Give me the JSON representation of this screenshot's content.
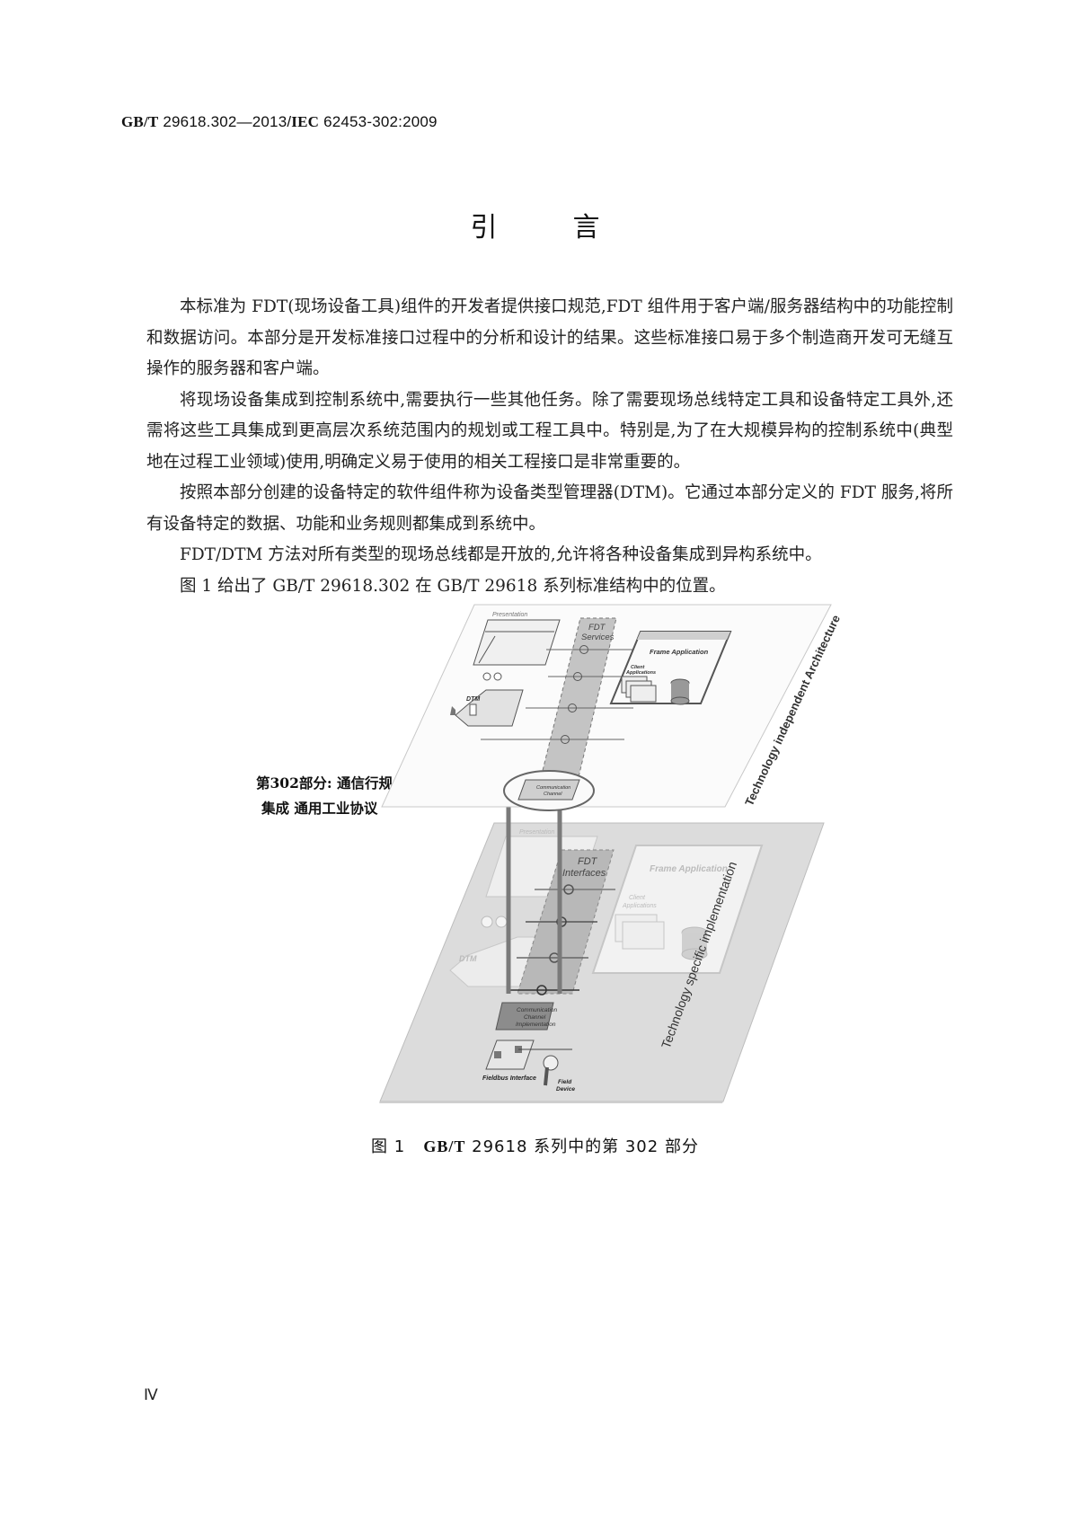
{
  "header": {
    "standard_prefix": "GB/T",
    "standard_number": "29618.302—2013/",
    "iec_prefix": "IEC",
    "iec_number": "62453-302:2009"
  },
  "title": {
    "char1": "引",
    "char2": "言"
  },
  "paragraphs": [
    "本标准为 FDT(现场设备工具)组件的开发者提供接口规范,FDT 组件用于客户端/服务器结构中的功能控制和数据访问。本部分是开发标准接口过程中的分析和设计的结果。这些标准接口易于多个制造商开发可无缝互操作的服务器和客户端。",
    "将现场设备集成到控制系统中,需要执行一些其他任务。除了需要现场总线特定工具和设备特定工具外,还需将这些工具集成到更高层次系统范围内的规划或工程工具中。特别是,为了在大规模异构的控制系统中(典型地在过程工业领域)使用,明确定义易于使用的相关工程接口是非常重要的。",
    "按照本部分创建的设备特定的软件组件称为设备类型管理器(DTM)。它通过本部分定义的 FDT 服务,将所有设备特定的数据、功能和业务规则都集成到系统中。",
    "FDT/DTM 方法对所有类型的现场总线都是开放的,允许将各种设备集成到异构系统中。",
    "图 1 给出了 GB/T 29618.302 在 GB/T 29618 系列标准结构中的位置。"
  ],
  "figure": {
    "annotation_line1": "第302部分: 通信行规",
    "annotation_line2": "集成  通用工业协议",
    "upper_layer": {
      "presentation_label": "Presentation",
      "fdt_services_label_1": "FDT",
      "fdt_services_label_2": "Services",
      "frame_application_label": "Frame Application",
      "client_applications_label_1": "Client",
      "client_applications_label_2": "Applications",
      "dtm_label": "DTM",
      "comm_channel_label_1": "Communication",
      "comm_channel_label_2": "Channel",
      "side_label": "Technology independent Architecture"
    },
    "lower_layer": {
      "presentation_label": "Presentation",
      "fdt_interfaces_label_1": "FDT",
      "fdt_interfaces_label_2": "Interfaces",
      "frame_application_label": "Frame Application",
      "client_applications_label_1": "Client",
      "client_applications_label_2": "Applications",
      "dtm_label": "DTM",
      "comm_impl_label_1": "Communication",
      "comm_impl_label_2": "Channel",
      "comm_impl_label_3": "Implementation",
      "fieldbus_interface_label": "Fieldbus Interface",
      "field_device_label_1": "Field",
      "field_device_label_2": "Device",
      "side_label": "Technology specific implementation"
    }
  },
  "caption": {
    "prefix": "图 1",
    "std": "GB/T",
    "rest": "29618 系列中的第 302 部分"
  },
  "page_number": "Ⅳ"
}
